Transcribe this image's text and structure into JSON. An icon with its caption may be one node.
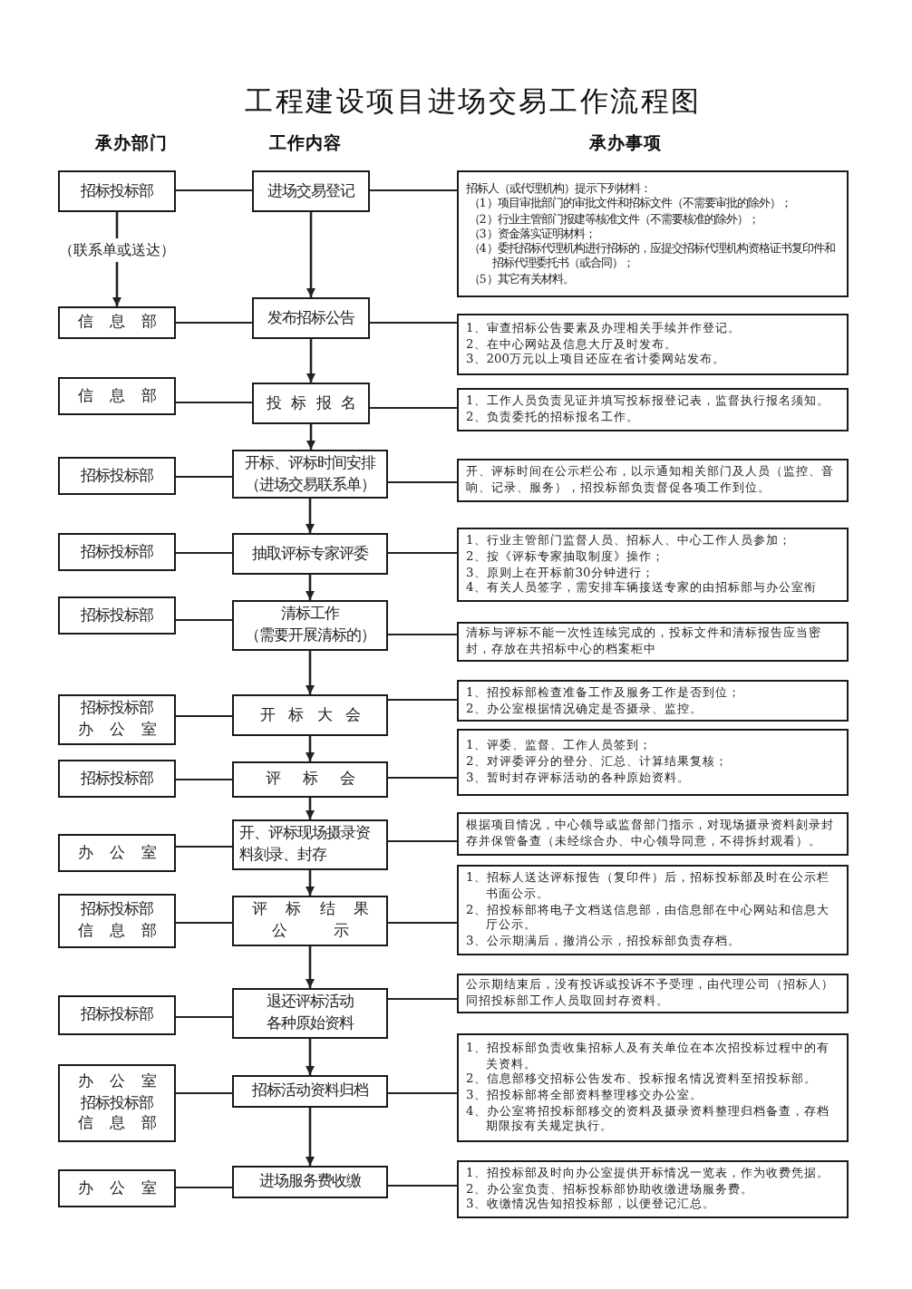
{
  "diagram": {
    "title": "工程建设项目进场交易工作流程图",
    "nodes": [
      {
        "text": [
          "招标投标部"
        ]
      },
      {
        "text": [
          "进场交易登记"
        ]
      },
      {
        "text": [
          "招标人（或代理机构）提示下列材料：",
          "（1）项目审批部门的审批文件和招标文件（不需要审批的除外）；",
          "（2）行业主管部门报建等核准文件（不需要核准的除外）；",
          "（3）资金落实证明材料；",
          "（4）委托招标代理机构进行招标的，应提交招标代理机构资格证书复印件和招标代理委托书（或合同）；",
          "（5）其它有关材料。"
        ]
      },
      {
        "text": [
          "信 息 部"
        ]
      },
      {
        "text": [
          "发布招标公告"
        ]
      },
      {
        "text": [
          "1、审查招标公告要素及办理相关手续并作登记。",
          "2、在中心网站及信息大厅及时发布。",
          "3、200万元以上项目还应在省计委网站发布。"
        ]
      },
      {
        "text": [
          "信 息 部"
        ]
      },
      {
        "text": [
          "投 标 报 名"
        ]
      },
      {
        "text": [
          "1、工作人员负责见证并填写投标报登记表，监督执行报名须知。",
          "2、负责委托的招标报名工作。"
        ]
      },
      {
        "text": [
          "招标投标部"
        ]
      },
      {
        "text": [
          "开标、评标时间安排",
          "（进场交易联系单）"
        ]
      },
      {
        "text": [
          "开、评标时间在公示栏公布，以示通知相关部门及人员（监控、音响、记录、服务），招投标部负责督促各项工作到位。"
        ]
      },
      {
        "text": [
          "招标投标部"
        ]
      },
      {
        "text": [
          "抽取评标专家评委"
        ]
      },
      {
        "text": [
          "1、行业主管部门监督人员、招标人、中心工作人员参加；",
          "2、按《评标专家抽取制度》操作；",
          "3、原则上在开标前30分钟进行；",
          "4、有关人员签字，需安排车辆接送专家的由招标部与办公室衔"
        ]
      },
      {
        "text": [
          "招标投标部"
        ]
      },
      {
        "text": [
          "清标工作",
          "（需要开展清标的）"
        ]
      },
      {
        "text": [
          "清标与评标不能一次性连续完成的，投标文件和清标报告应当密封，存放在共招标中心的档案柜中"
        ]
      },
      {
        "text": [
          "招标投标部",
          "办 公 室"
        ]
      },
      {
        "text": [
          "开 标 大 会"
        ]
      },
      {
        "text": [
          "1、招投标部检查准备工作及服务工作是否到位；",
          "2、办公室根据情况确定是否摄录、监控。"
        ]
      },
      {
        "text": [
          "招标投标部"
        ]
      },
      {
        "text": [
          "评 标 会"
        ]
      },
      {
        "text": [
          "1、评委、监督、工作人员签到；",
          "2、对评委评分的登分、汇总、计算结果复核；",
          "3、暂时封存评标活动的各种原始资料。"
        ]
      },
      {
        "text": [
          "办 公 室"
        ]
      },
      {
        "text": [
          "开、评标现场摄录资料刻录、封存"
        ]
      },
      {
        "text": [
          "根据项目情况，中心领导或监督部门指示，对现场摄录资料刻录封存并保管备查（未经综合办、中心领导同意，不得拆封观看）。"
        ]
      },
      {
        "text": [
          "招标投标部",
          "信 息 部"
        ]
      },
      {
        "text": [
          "评 标 结 果",
          "公 示"
        ]
      },
      {
        "text": [
          "1、招标人送达评标报告（复印件）后，招标投标部及时在公示栏书面公示。",
          "2、招投标部将电子文档送信息部，由信息部在中心网站和信息大厅公示。",
          "3、公示期满后，撤消公示，招投标部负责存档。"
        ]
      },
      {
        "text": [
          "招标投标部"
        ]
      },
      {
        "text": [
          "退还评标活动各种原始资料"
        ]
      },
      {
        "text": [
          "公示期结束后，没有投诉或投诉不予受理，由代理公司（招标人）同招投标部工作人员取回封存资料。"
        ]
      },
      {
        "text": [
          "办 公 室",
          "招标投标部",
          "信 息 部"
        ]
      },
      {
        "text": [
          "招标活动资料归档"
        ]
      },
      {
        "text": [
          "1、招投标部负责收集招标人及有关单位在本次招投标过程中的有关资料。",
          "2、信息部移交招标公告发布、投标报名情况资料至招投标部。",
          "3、招投标部将全部资料整理移交办公室。",
          "4、办公室将招投标部移交的资料及摄录资料整理归档备查，存档期限按有关规定执行。"
        ]
      },
      {
        "text": [
          "办 公 室"
        ]
      },
      {
        "text": [
          "进场服务费收缴"
        ]
      },
      {
        "text": [
          "1、招投标部及时向办公室提供开标情况一览表，作为收费凭据。",
          "2、办公室负责、招标投标部协助收缴进场服务费。",
          "3、收缴情况告知招投标部，以便登记汇总。"
        ]
      }
    ],
    "edges": [
      {
        "from": 0,
        "to": 1,
        "arrow": "none"
      },
      {
        "from": 1,
        "to": 2,
        "arrow": "none"
      },
      {
        "from": 0,
        "to": 3,
        "arrow": "to",
        "label": "（联系单或送达）"
      },
      {
        "from": 1,
        "to": 4,
        "arrow": "to"
      },
      {
        "from": 3,
        "to": 4,
        "arrow": "none"
      },
      {
        "from": 4,
        "to": 5,
        "arrow": "none"
      },
      {
        "from": 4,
        "to": 7,
        "arrow": "to"
      },
      {
        "from": 6,
        "to": 7,
        "arrow": "none"
      },
      {
        "from": 7,
        "to": 8,
        "arrow": "none"
      },
      {
        "from": 7,
        "to": 10,
        "arrow": "to"
      },
      {
        "from": 9,
        "to": 10,
        "arrow": "none"
      },
      {
        "from": 10,
        "to": 11,
        "arrow": "none"
      },
      {
        "from": 10,
        "to": 13,
        "arrow": "to"
      },
      {
        "from": 12,
        "to": 13,
        "arrow": "none"
      },
      {
        "from": 13,
        "to": 14,
        "arrow": "none"
      },
      {
        "from": 13,
        "to": 16,
        "arrow": "to"
      },
      {
        "from": 15,
        "to": 16,
        "arrow": "none"
      },
      {
        "from": 16,
        "to": 17,
        "arrow": "none"
      },
      {
        "from": 16,
        "to": 19,
        "arrow": "to"
      },
      {
        "from": 18,
        "to": 19,
        "arrow": "none"
      },
      {
        "from": 19,
        "to": 20,
        "arrow": "none"
      },
      {
        "from": 19,
        "to": 22,
        "arrow": "to"
      },
      {
        "from": 21,
        "to": 22,
        "arrow": "none"
      },
      {
        "from": 22,
        "to": 23,
        "arrow": "none"
      },
      {
        "from": 22,
        "to": 25,
        "arrow": "to"
      },
      {
        "from": 24,
        "to": 25,
        "arrow": "none"
      },
      {
        "from": 25,
        "to": 26,
        "arrow": "none"
      },
      {
        "from": 25,
        "to": 28,
        "arrow": "to"
      },
      {
        "from": 27,
        "to": 28,
        "arrow": "none"
      },
      {
        "from": 28,
        "to": 29,
        "arrow": "none"
      },
      {
        "from": 28,
        "to": 31,
        "arrow": "to"
      },
      {
        "from": 30,
        "to": 31,
        "arrow": "none"
      },
      {
        "from": 31,
        "to": 32,
        "arrow": "none"
      },
      {
        "from": 31,
        "to": 34,
        "arrow": "to"
      },
      {
        "from": 33,
        "to": 34,
        "arrow": "none"
      },
      {
        "from": 34,
        "to": 35,
        "arrow": "none"
      },
      {
        "from": 34,
        "to": 37,
        "arrow": "to"
      },
      {
        "from": 36,
        "to": 37,
        "arrow": "none"
      },
      {
        "from": 37,
        "to": 38,
        "arrow": "none"
      }
    ],
    "labels": [
      "承办部门",
      "工作内容",
      "承办事项"
    ]
  }
}
